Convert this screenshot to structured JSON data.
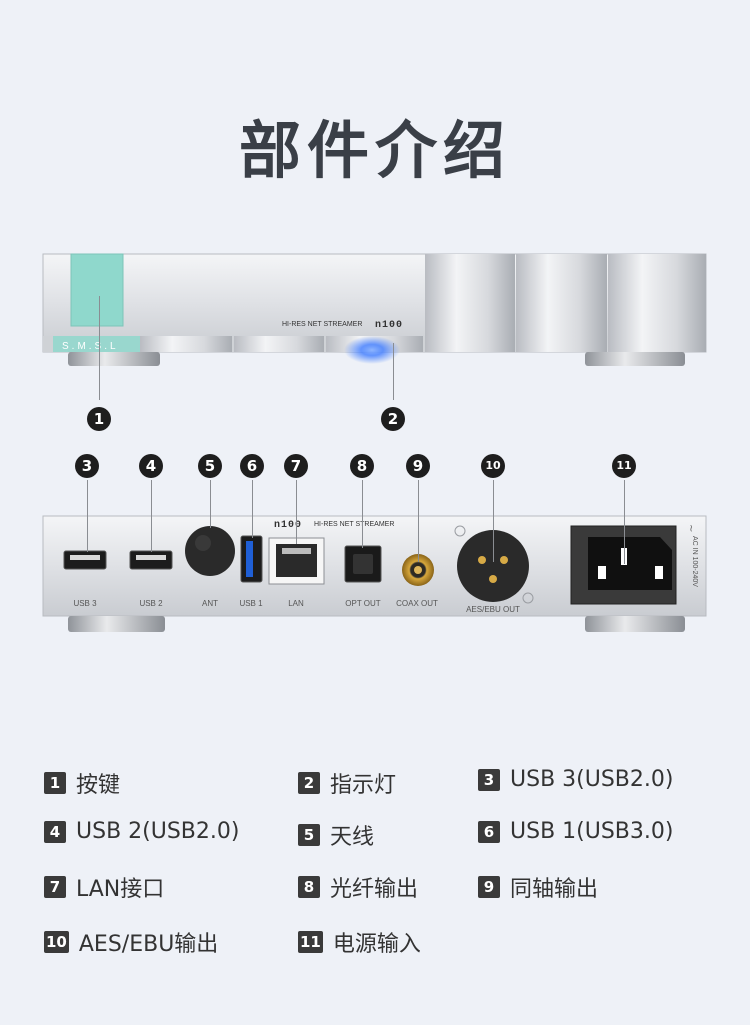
{
  "title": "部件介绍",
  "front_panel": {
    "brand": "S.M.S.L",
    "model_text": "HI-RES NET STREAMER",
    "model_logo": "n100"
  },
  "rear_panel": {
    "model_logo": "n100",
    "model_text": "HI-RES NET STREAMER",
    "power_spec": "AC IN 100-240V",
    "ports": [
      "USB 3",
      "USB 2",
      "ANT",
      "USB 1",
      "LAN",
      "OPT OUT",
      "COAX OUT",
      "AES/EBU OUT"
    ]
  },
  "callouts": [
    "1",
    "2",
    "3",
    "4",
    "5",
    "6",
    "7",
    "8",
    "9",
    "10",
    "11"
  ],
  "legend": [
    {
      "num": "1",
      "label": "按键"
    },
    {
      "num": "2",
      "label": "指示灯"
    },
    {
      "num": "3",
      "label": "USB 3(USB2.0)"
    },
    {
      "num": "4",
      "label": "USB 2(USB2.0)"
    },
    {
      "num": "5",
      "label": "天线"
    },
    {
      "num": "6",
      "label": "USB 1(USB3.0)"
    },
    {
      "num": "7",
      "label": "LAN接口"
    },
    {
      "num": "8",
      "label": "光纤输出"
    },
    {
      "num": "9",
      "label": "同轴输出"
    },
    {
      "num": "10",
      "label": "AES/EBU输出"
    },
    {
      "num": "11",
      "label": "电源输入"
    }
  ],
  "colors": {
    "background": "#eef1f7",
    "title": "#3a3f47",
    "button_accent": "#8fd8cc",
    "indicator_led": "#4a8cff",
    "usb3_blue": "#1f5fd6"
  }
}
